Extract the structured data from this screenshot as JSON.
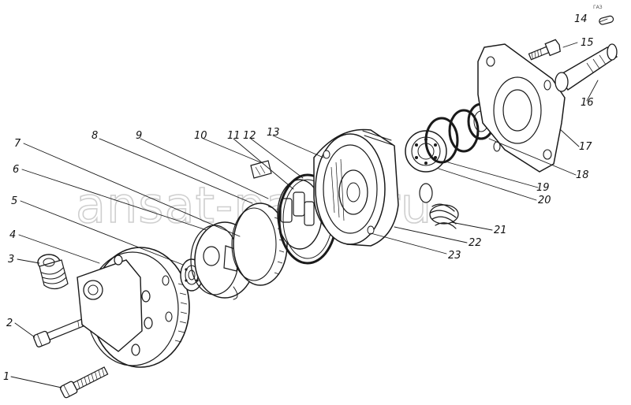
{
  "watermark": "ansat-parts.ru",
  "corner_mark": "ГАЗ",
  "callouts": [
    "1",
    "2",
    "3",
    "4",
    "5",
    "6",
    "7",
    "8",
    "9",
    "10",
    "11",
    "12",
    "13",
    "14",
    "15",
    "16",
    "17",
    "18",
    "19",
    "20",
    "21",
    "22",
    "23"
  ],
  "colors": {
    "ink": "#1a1a1a",
    "background": "#ffffff",
    "watermark": "#cfcfcf"
  }
}
